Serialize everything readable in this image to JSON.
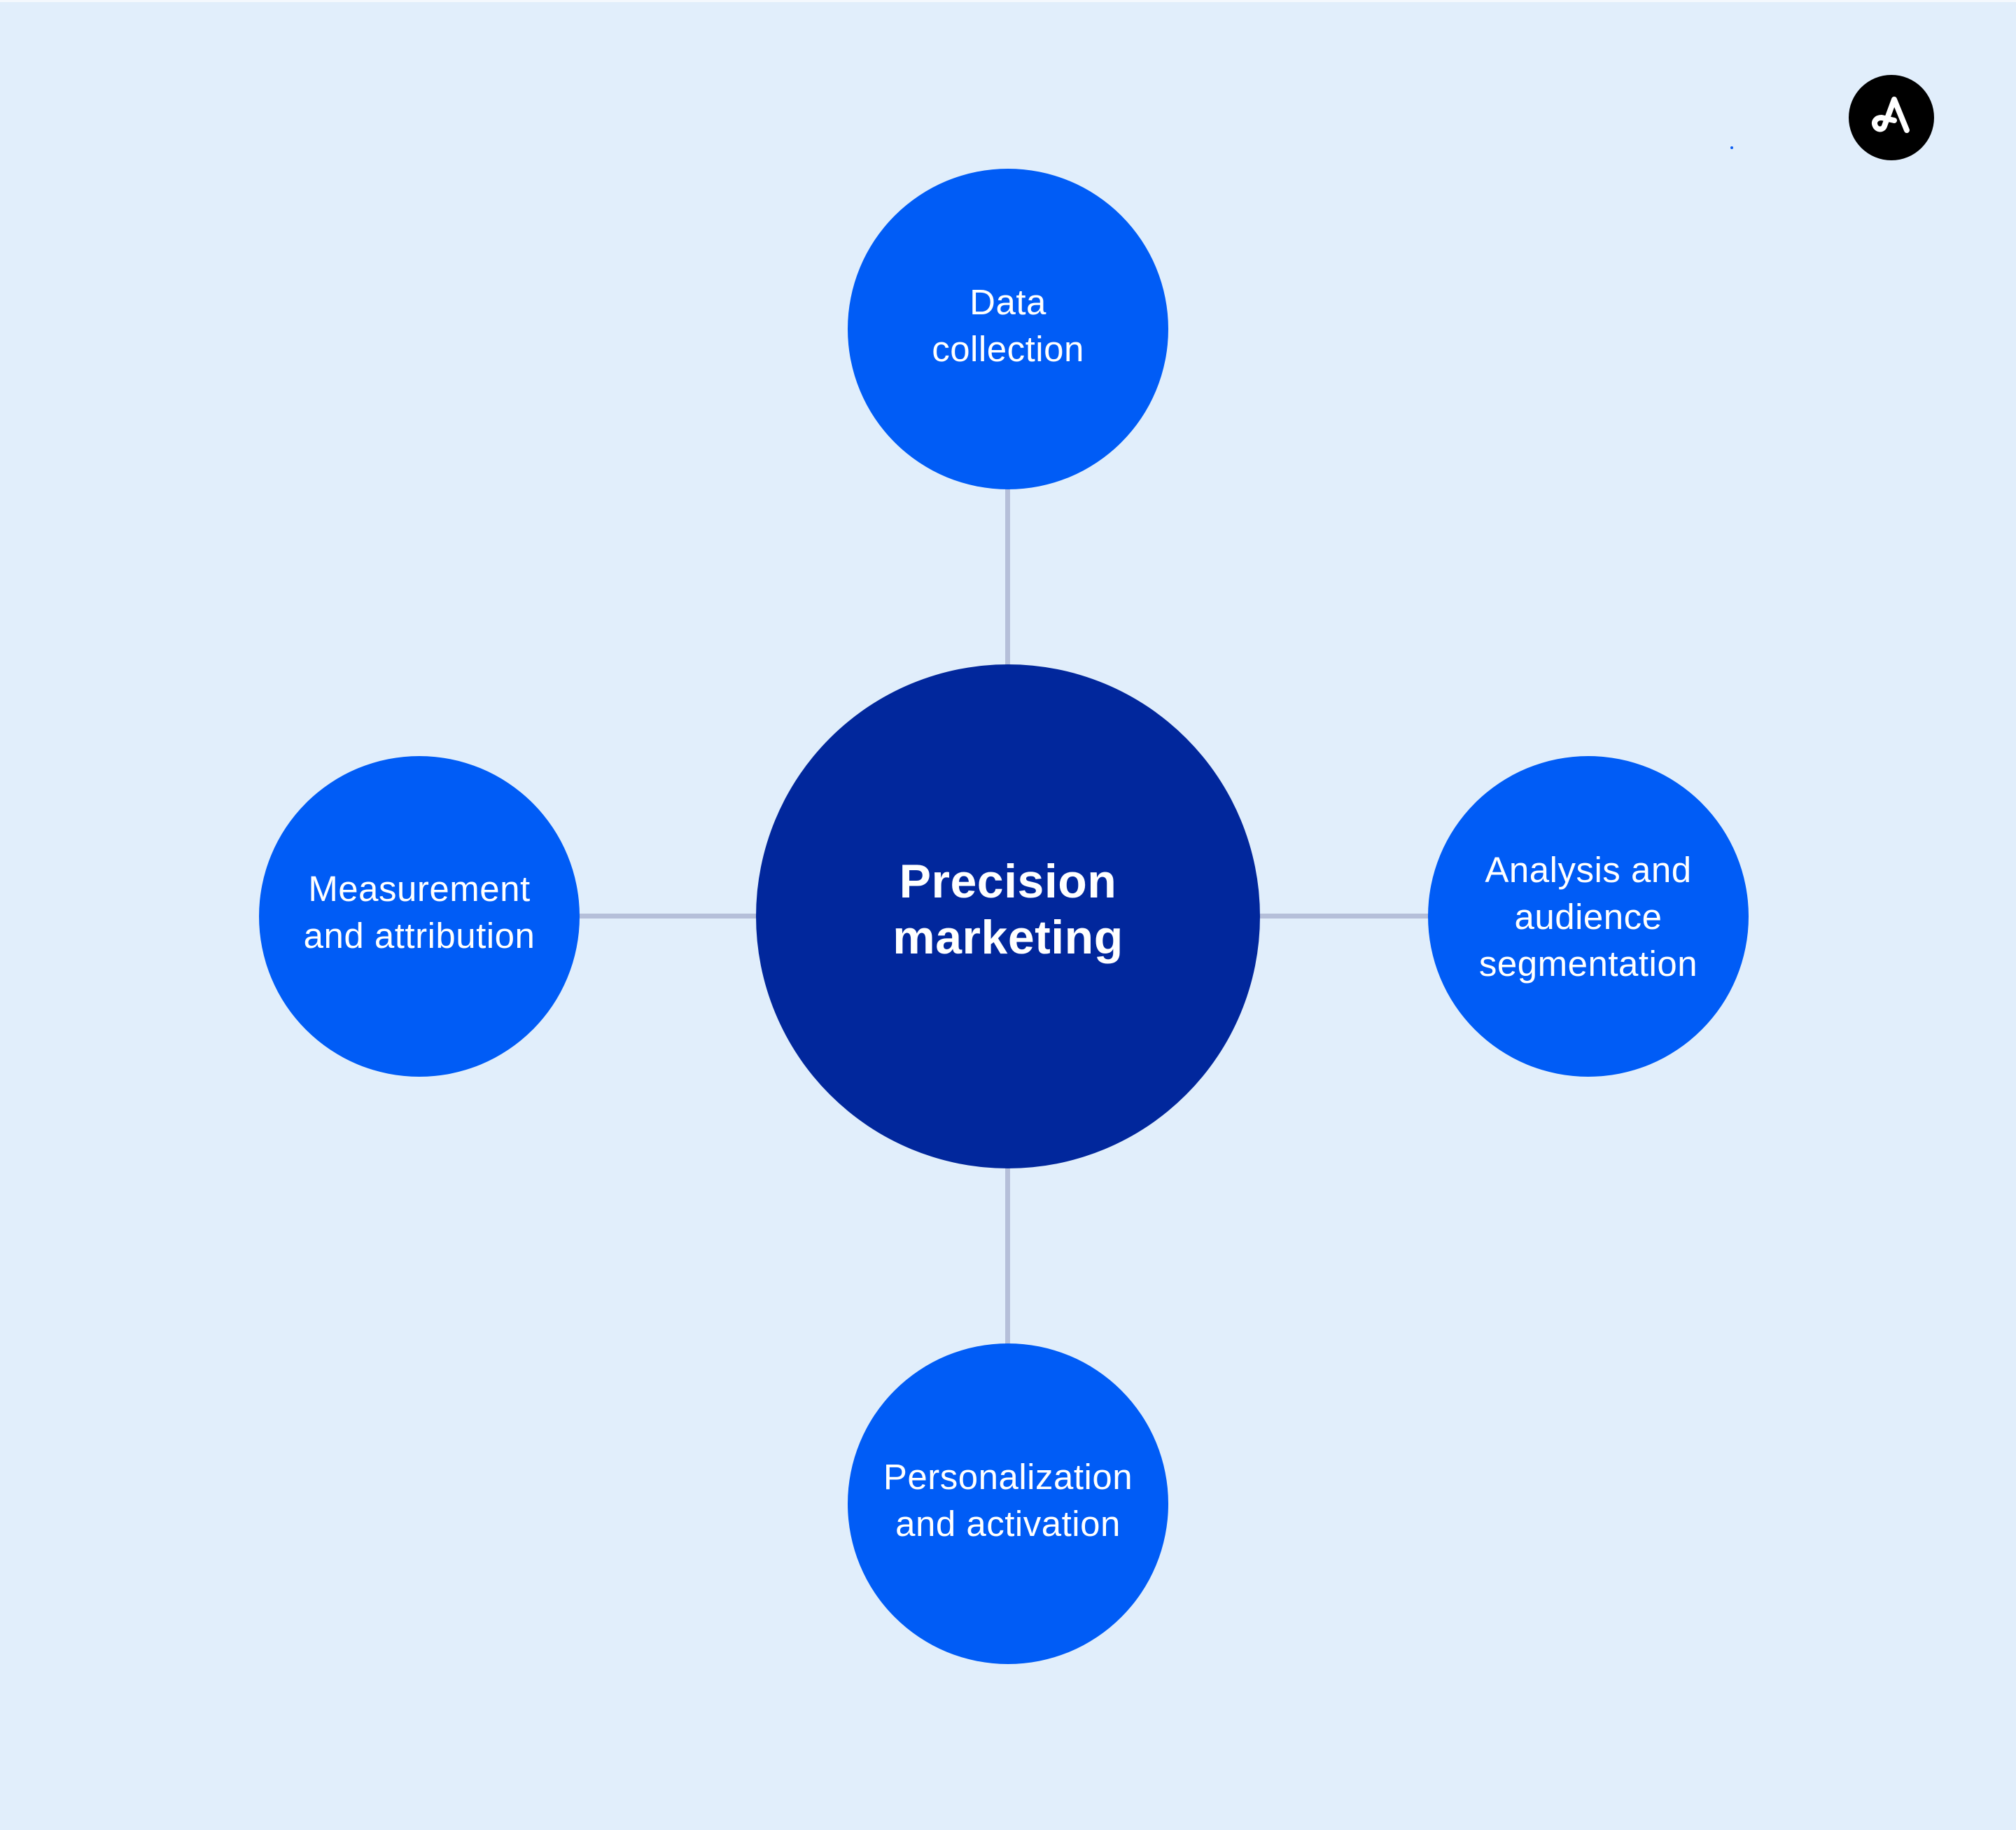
{
  "diagram": {
    "type": "hub-and-spoke",
    "center": {
      "label": "Precision\nmarketing",
      "color": "#01279c"
    },
    "nodes": [
      {
        "id": "top",
        "position": "top",
        "label": "Data\ncollection",
        "color": "#005cf6"
      },
      {
        "id": "right",
        "position": "right",
        "label": "Analysis and\naudience\nsegmentation",
        "color": "#005cf6"
      },
      {
        "id": "bottom",
        "position": "bottom",
        "label": "Personalization\nand activation",
        "color": "#005cf6"
      },
      {
        "id": "left",
        "position": "left",
        "label": "Measurement\nand attribution",
        "color": "#005cf6"
      }
    ],
    "connector_color": "#b5bfd9",
    "background_color": "#e1eefb"
  },
  "brand": {
    "logo_icon": "brand-logo-a-icon",
    "logo_color": "#000000"
  }
}
